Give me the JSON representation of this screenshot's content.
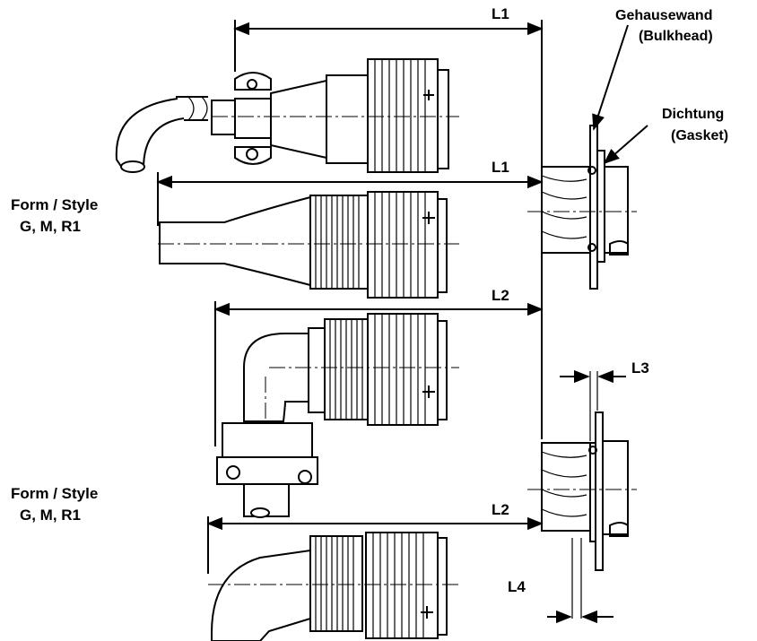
{
  "labels": {
    "bulkhead_de": "Gehausewand",
    "bulkhead_en": "(Bulkhead)",
    "gasket_de": "Dichtung",
    "gasket_en": "(Gasket)",
    "style_1_line1": "Form / Style",
    "style_1_line2": "G, M, R1",
    "style_2_line1": "Form / Style",
    "style_2_line2": "G, M, R1"
  },
  "dimensions": {
    "l1_top": "L1",
    "l1_mid": "L1",
    "l2_mid": "L2",
    "l2_bottom": "L2",
    "l3": "L3",
    "l4": "L4"
  }
}
